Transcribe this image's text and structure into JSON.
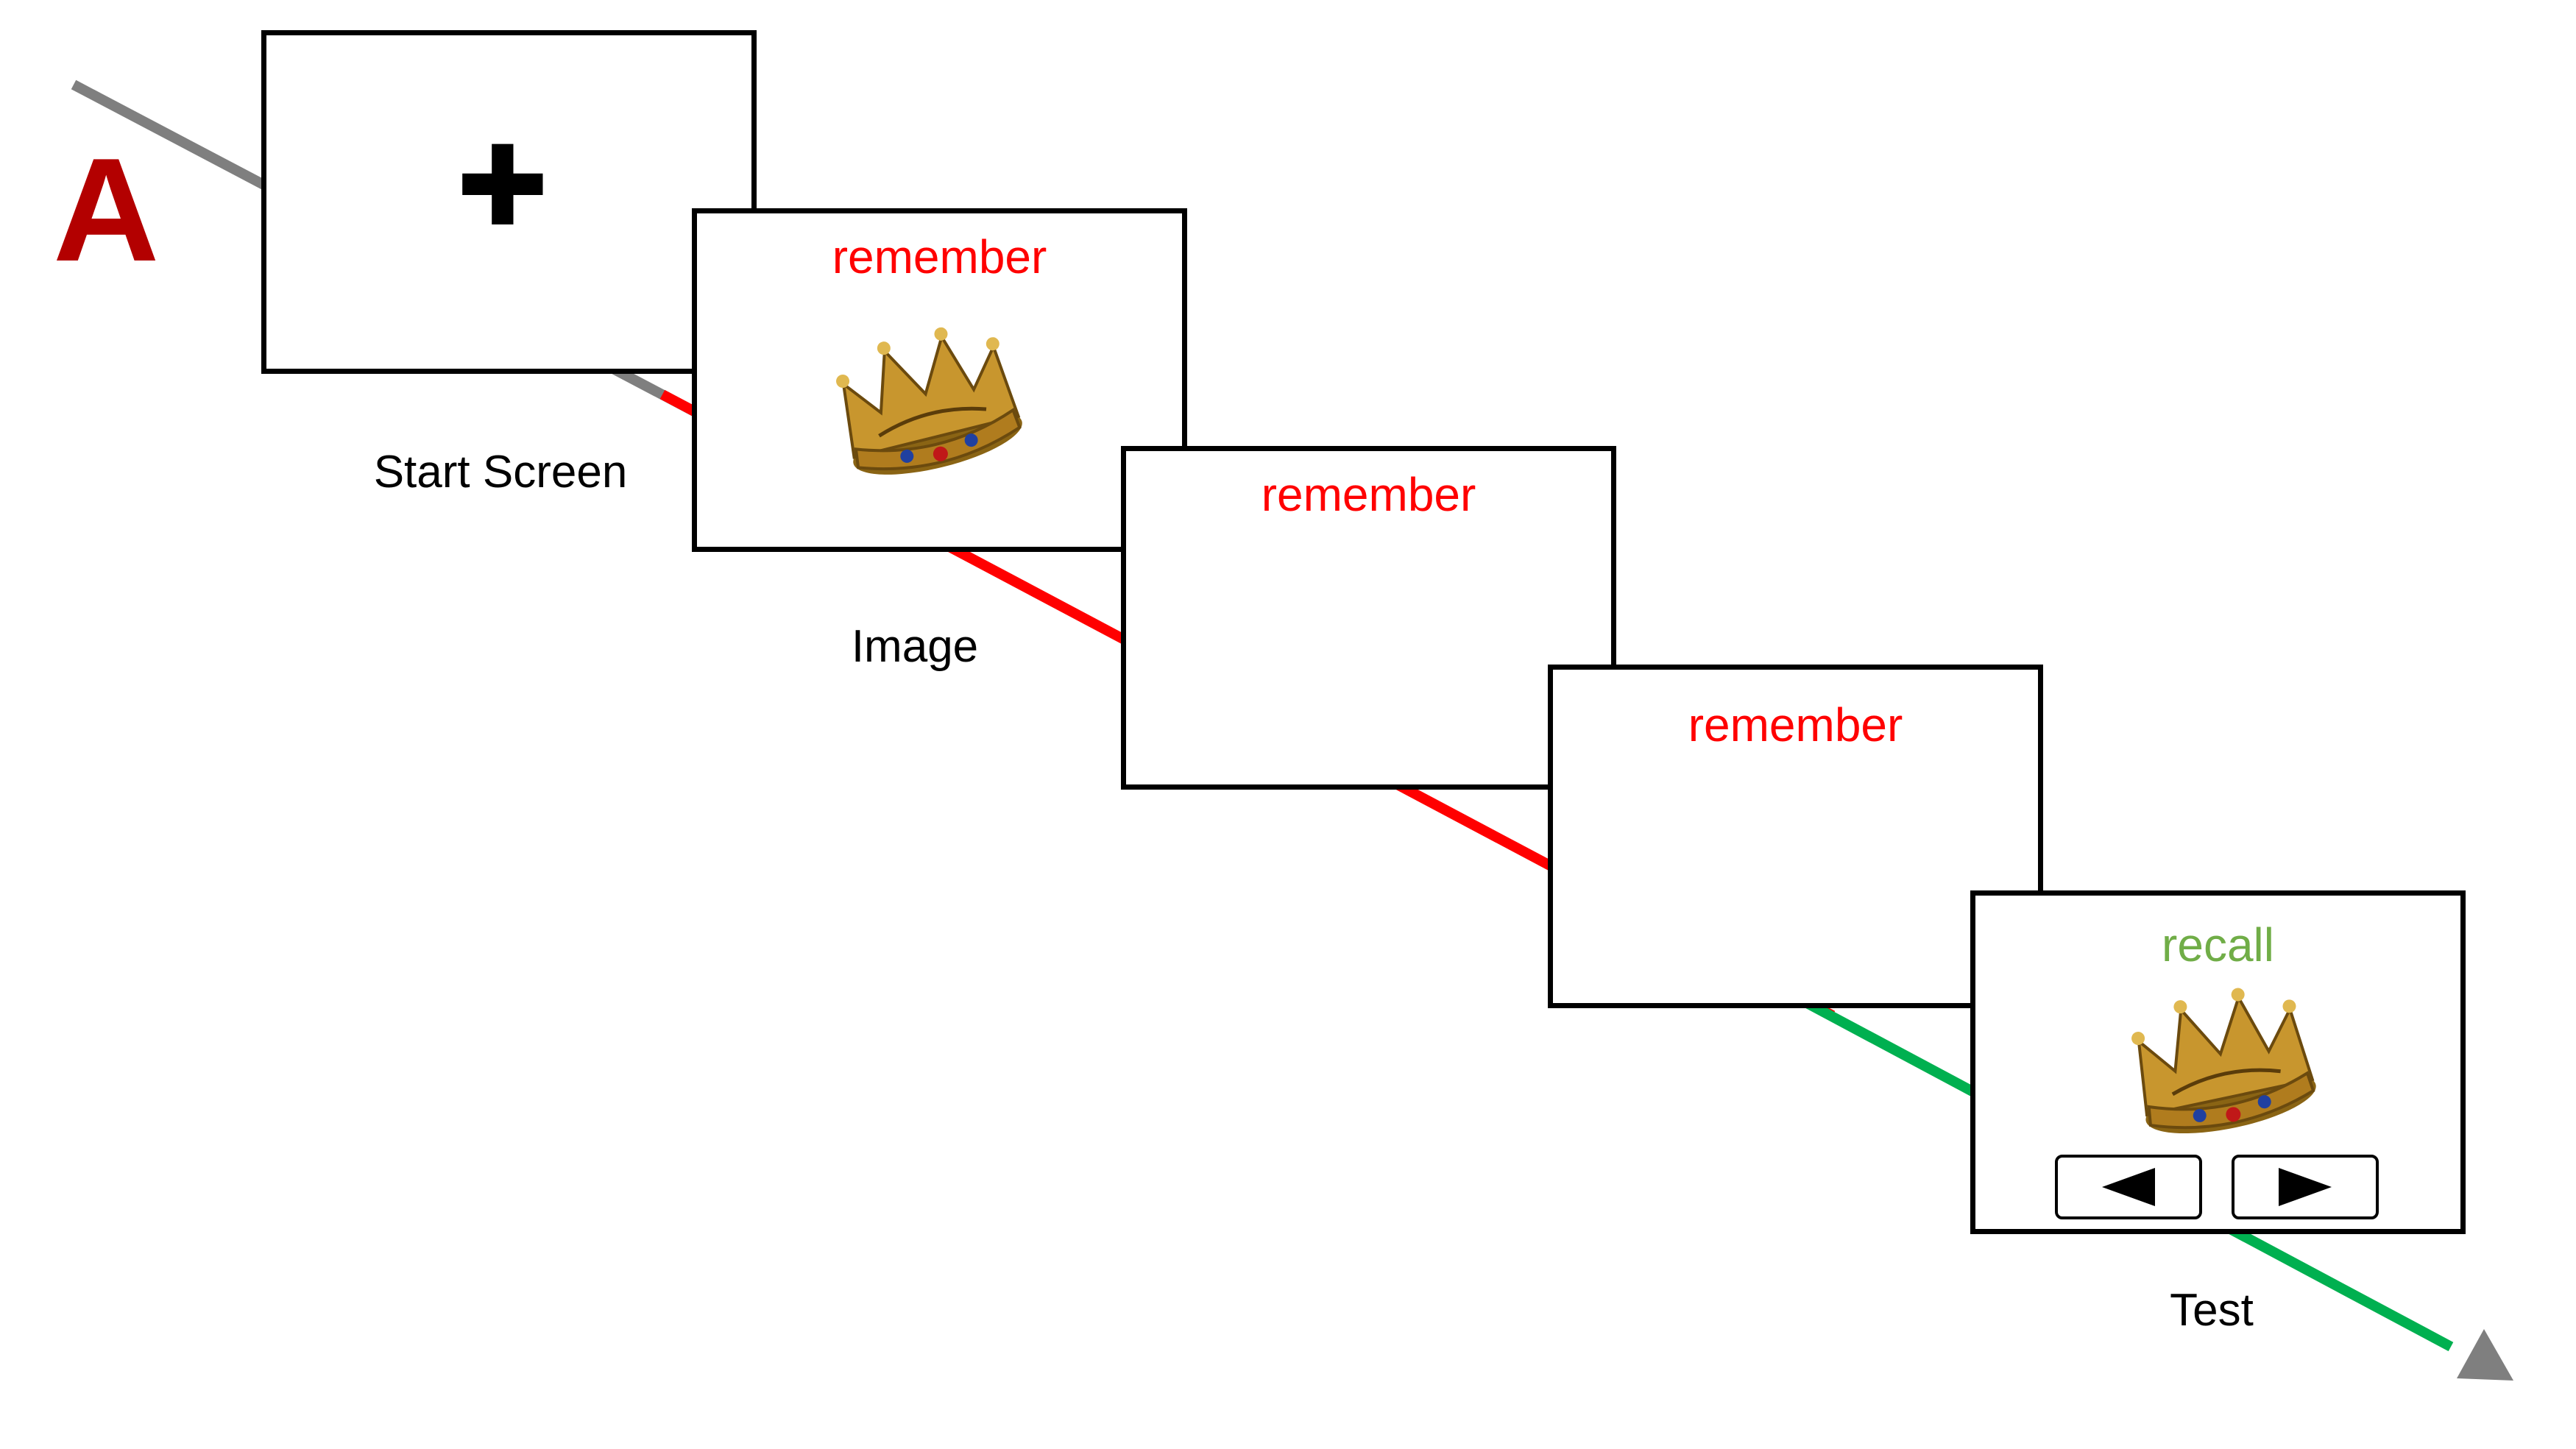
{
  "panel_label": "A",
  "colors": {
    "panel_label": "#b30000",
    "remember_cue": "#ff0000",
    "recall_cue": "#70ad47",
    "timeline_start": "#7f7f7f",
    "timeline_encoding": "#ff0000",
    "timeline_test": "#00b050",
    "frame": "#000000"
  },
  "screens": {
    "start": {
      "caption": "Start Screen",
      "content": "fixation-cross"
    },
    "image": {
      "cue": "remember",
      "caption": "Image",
      "content": "crown-icon"
    },
    "delay_1": {
      "cue": "remember"
    },
    "delay_2": {
      "cue": "remember"
    },
    "test": {
      "cue": "recall",
      "caption": "Test",
      "content": "crown-icon",
      "buttons": [
        "left-arrow-icon",
        "right-arrow-icon"
      ]
    }
  }
}
